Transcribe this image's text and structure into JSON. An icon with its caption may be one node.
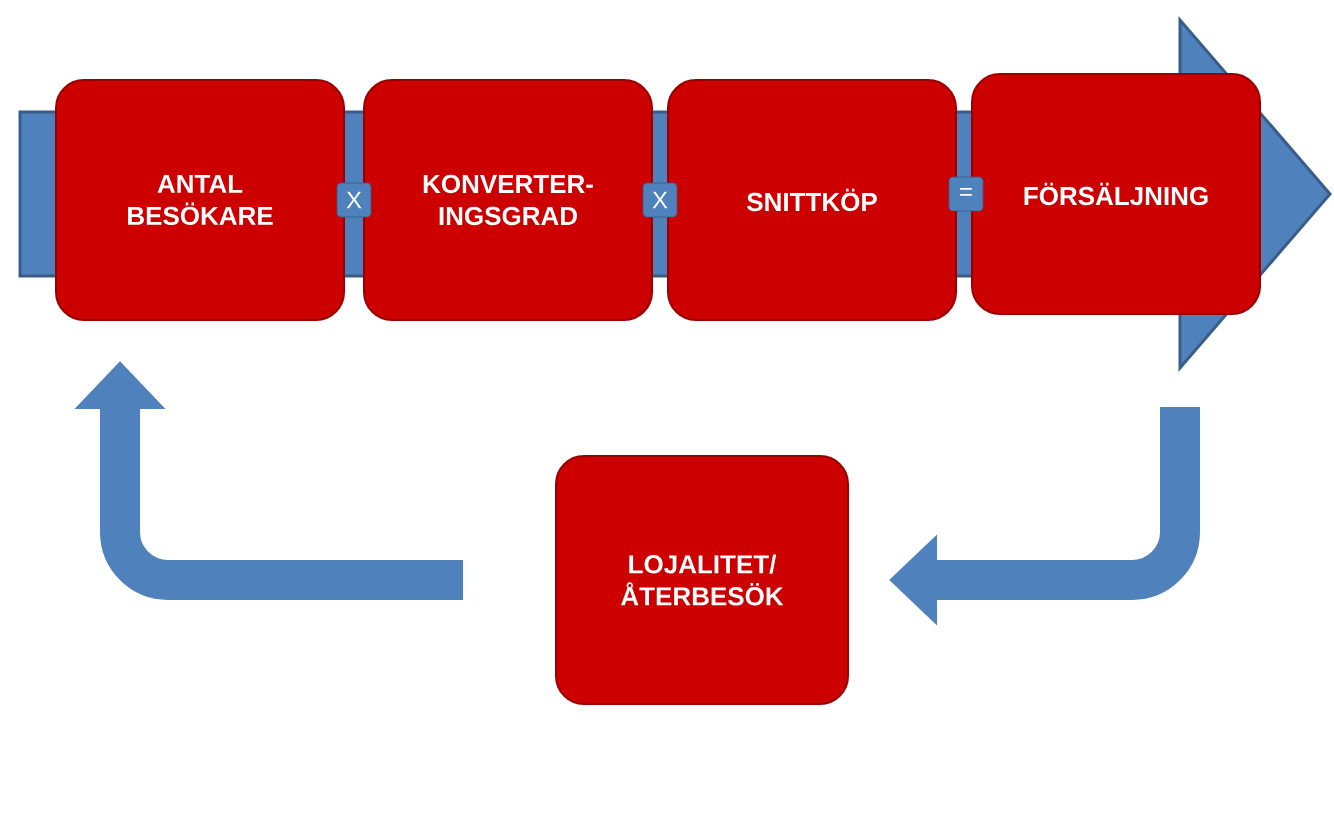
{
  "diagram": {
    "nodes": [
      {
        "text": [
          "ANTAL BESÖKARE"
        ]
      },
      {
        "text": [
          "KONVERTER- INGSGRAD"
        ]
      },
      {
        "text": [
          "SNITTKÖP"
        ]
      },
      {
        "text": [
          "FÖRSÄLJNING"
        ]
      },
      {
        "text": [
          "LOJALITET/ ÅTERBESÖK"
        ]
      }
    ],
    "edges": [
      {
        "from": 3,
        "to": 4,
        "arrow": "to"
      },
      {
        "from": 4,
        "to": 0,
        "arrow": "to"
      }
    ],
    "labels": [
      "X",
      "X",
      "="
    ]
  }
}
